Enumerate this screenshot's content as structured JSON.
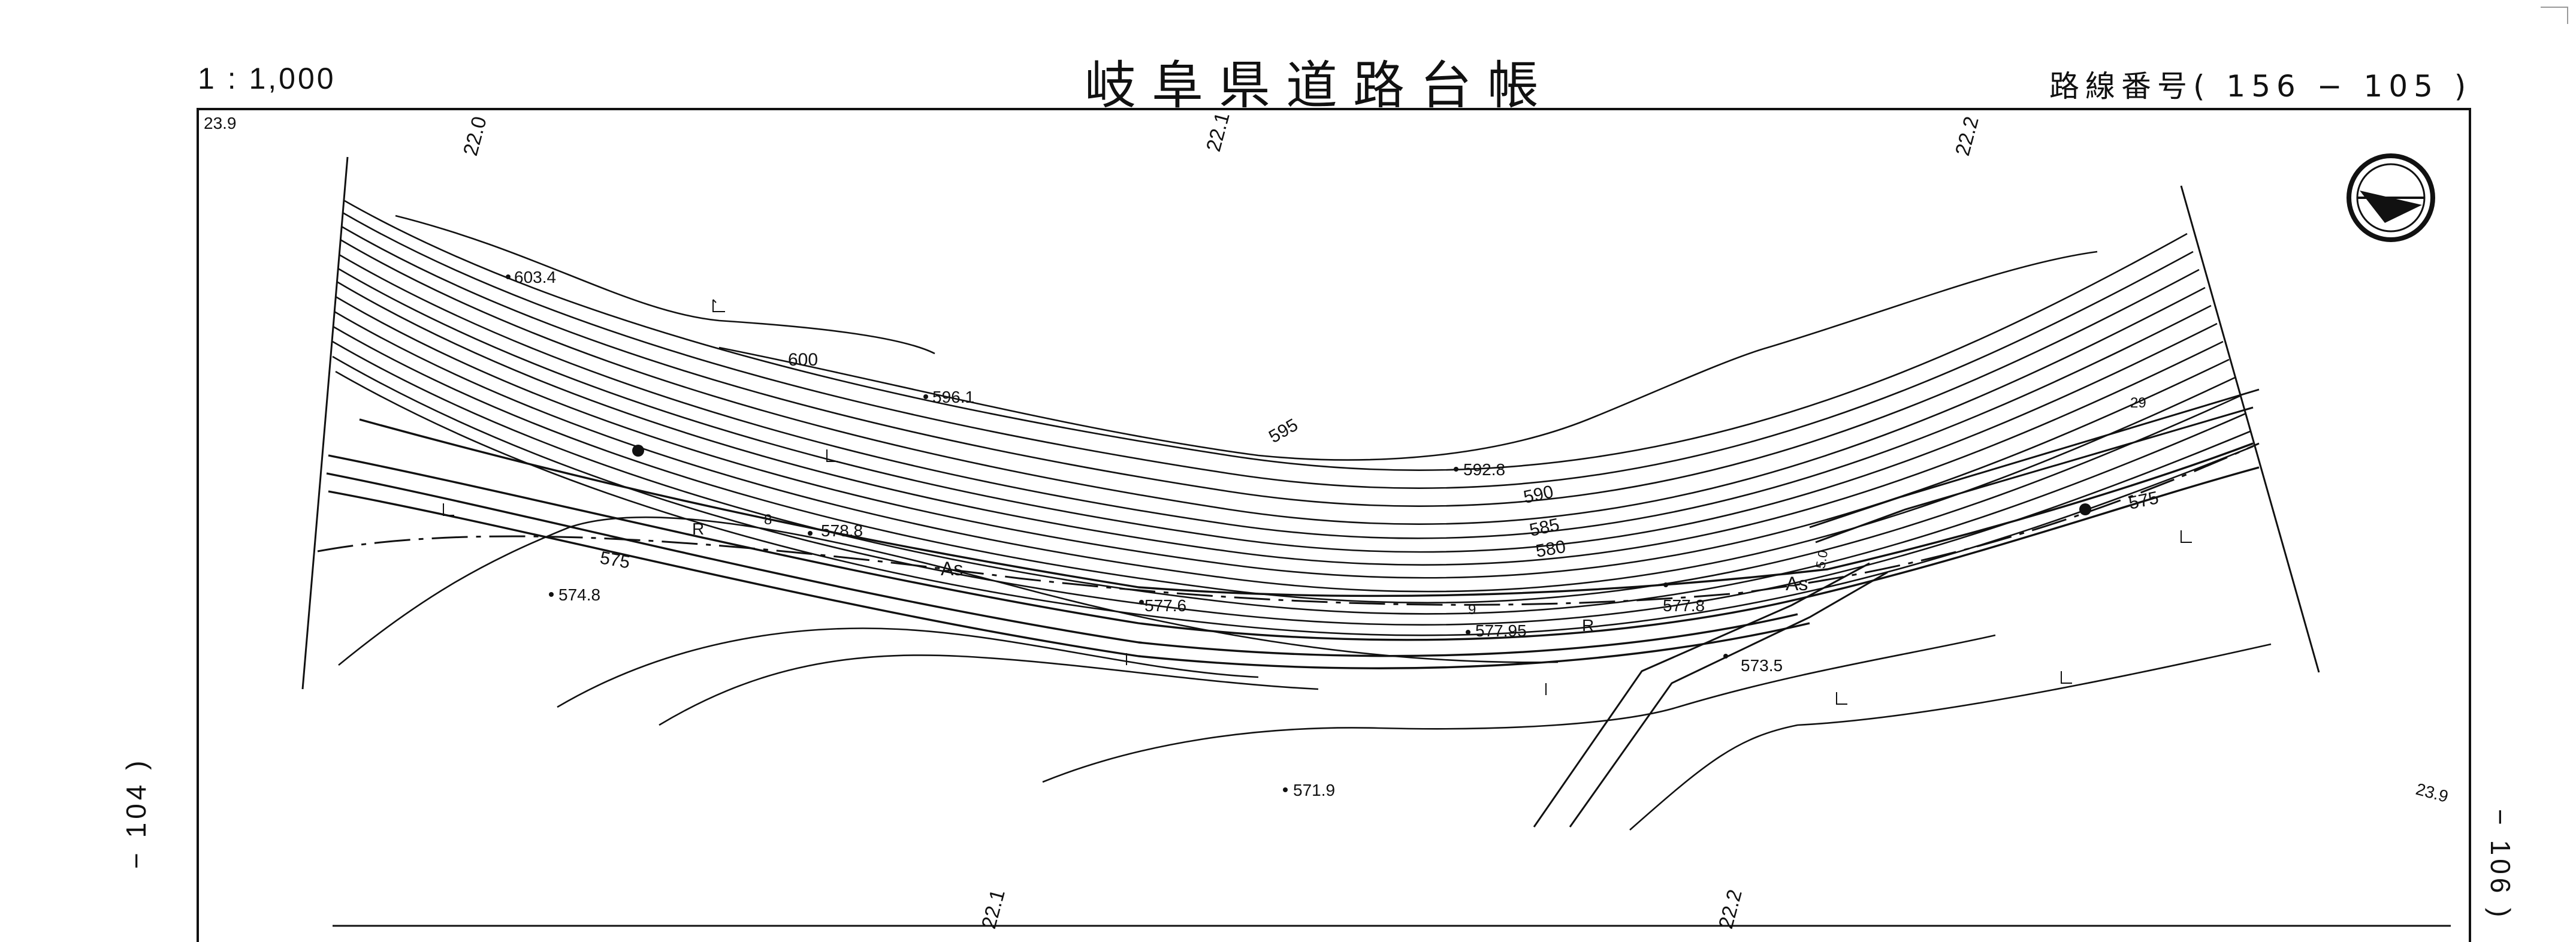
{
  "header": {
    "title": "岐阜県道路台帳",
    "scale": "1 : 1,000",
    "route_label": "路線番号",
    "route_numbers": "( 156  − 105 )"
  },
  "sheet_refs": {
    "left": "− 104 )",
    "right": "− 106 )"
  },
  "map": {
    "distance_marks_top": [
      "22.0",
      "22.1",
      "22.2"
    ],
    "distance_marks_bottom": [
      "22.1",
      "22.2"
    ],
    "corner_marks": [
      "23.9",
      "23.9"
    ],
    "contour_labels": [
      "600",
      "595",
      "590",
      "585",
      "580",
      "575",
      "575"
    ],
    "spot_heights": [
      "603.4",
      "596.1",
      "592.8",
      "574.8",
      "578.8",
      "577.6",
      "577.95",
      "577.8",
      "573.5",
      "571.9"
    ],
    "road_surface_labels": [
      "As",
      "As"
    ],
    "road_marks": [
      "R",
      "R",
      "8",
      "9",
      "29",
      "5.0"
    ],
    "north_arrow": "north-arrow-icon"
  }
}
